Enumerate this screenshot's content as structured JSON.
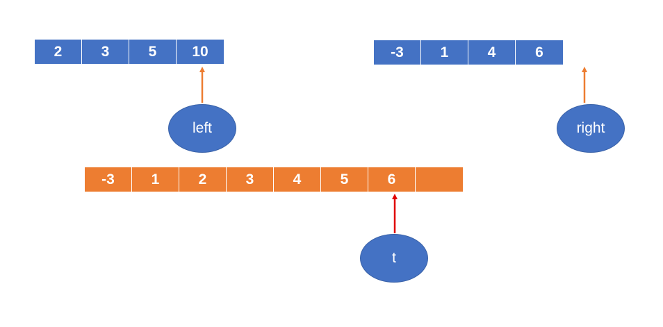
{
  "arrays": {
    "left": [
      "2",
      "3",
      "5",
      "10"
    ],
    "right": [
      "-3",
      "1",
      "4",
      "6"
    ],
    "temp": [
      "-3",
      "1",
      "2",
      "3",
      "4",
      "5",
      "6",
      ""
    ]
  },
  "pointers": {
    "left": "left",
    "right": "right",
    "t": "t"
  },
  "colors": {
    "array_blue": "#4472c4",
    "array_orange": "#ed7d31",
    "pointer_fill": "#4472c4",
    "arrow_orange": "#ed7d31",
    "arrow_red": "#e00000"
  }
}
